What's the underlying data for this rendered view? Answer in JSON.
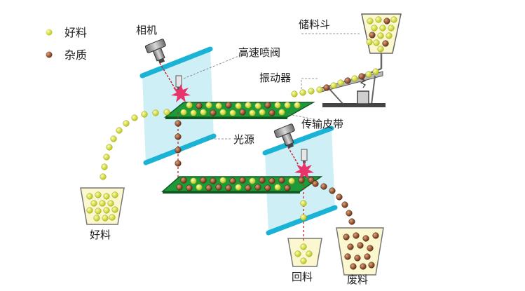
{
  "legend": {
    "good": "好料",
    "impurity": "杂质"
  },
  "labels": {
    "camera": "相机",
    "valve": "高速喷阀",
    "hopper": "储料斗",
    "vibrator": "振动器",
    "belt": "传输皮带",
    "light": "光源",
    "good_bin": "好料",
    "return_bin": "回料",
    "waste_bin": "废料"
  },
  "colors": {
    "good_ball": "#d9e021",
    "impurity_ball": "#8b4a2b",
    "belt": "#1f9a3a",
    "light_panel": "#bfe9f3",
    "light_bar": "#1ab3d6",
    "bin_fill": "#fbf7cf"
  }
}
